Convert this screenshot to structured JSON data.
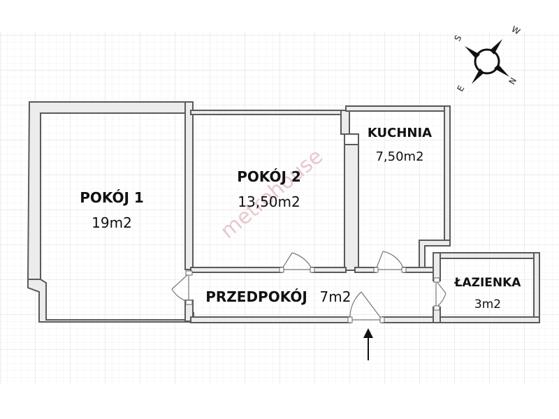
{
  "floor_plan": {
    "watermark": "metrohouse",
    "rooms": [
      {
        "id": "pokoj-1",
        "name": "POKÓJ 1",
        "area": "19m2"
      },
      {
        "id": "pokoj-2",
        "name": "POKÓJ 2",
        "area": "13,50m2"
      },
      {
        "id": "kuchnia",
        "name": "KUCHNIA",
        "area": "7,50m2"
      },
      {
        "id": "przedpokoj",
        "name": "PRZEDPOKÓJ",
        "area": "7m2"
      },
      {
        "id": "lazienka",
        "name": "ŁAZIENKA",
        "area": "3m2"
      }
    ],
    "compass": {
      "n": "N",
      "s": "S",
      "e": "E",
      "w": "W"
    },
    "entrance_arrow": "entrance-arrow-icon",
    "colors": {
      "wall_fill": "#ededed",
      "wall_stroke": "#5a5a5a",
      "grid": "#dcdcdc"
    }
  }
}
